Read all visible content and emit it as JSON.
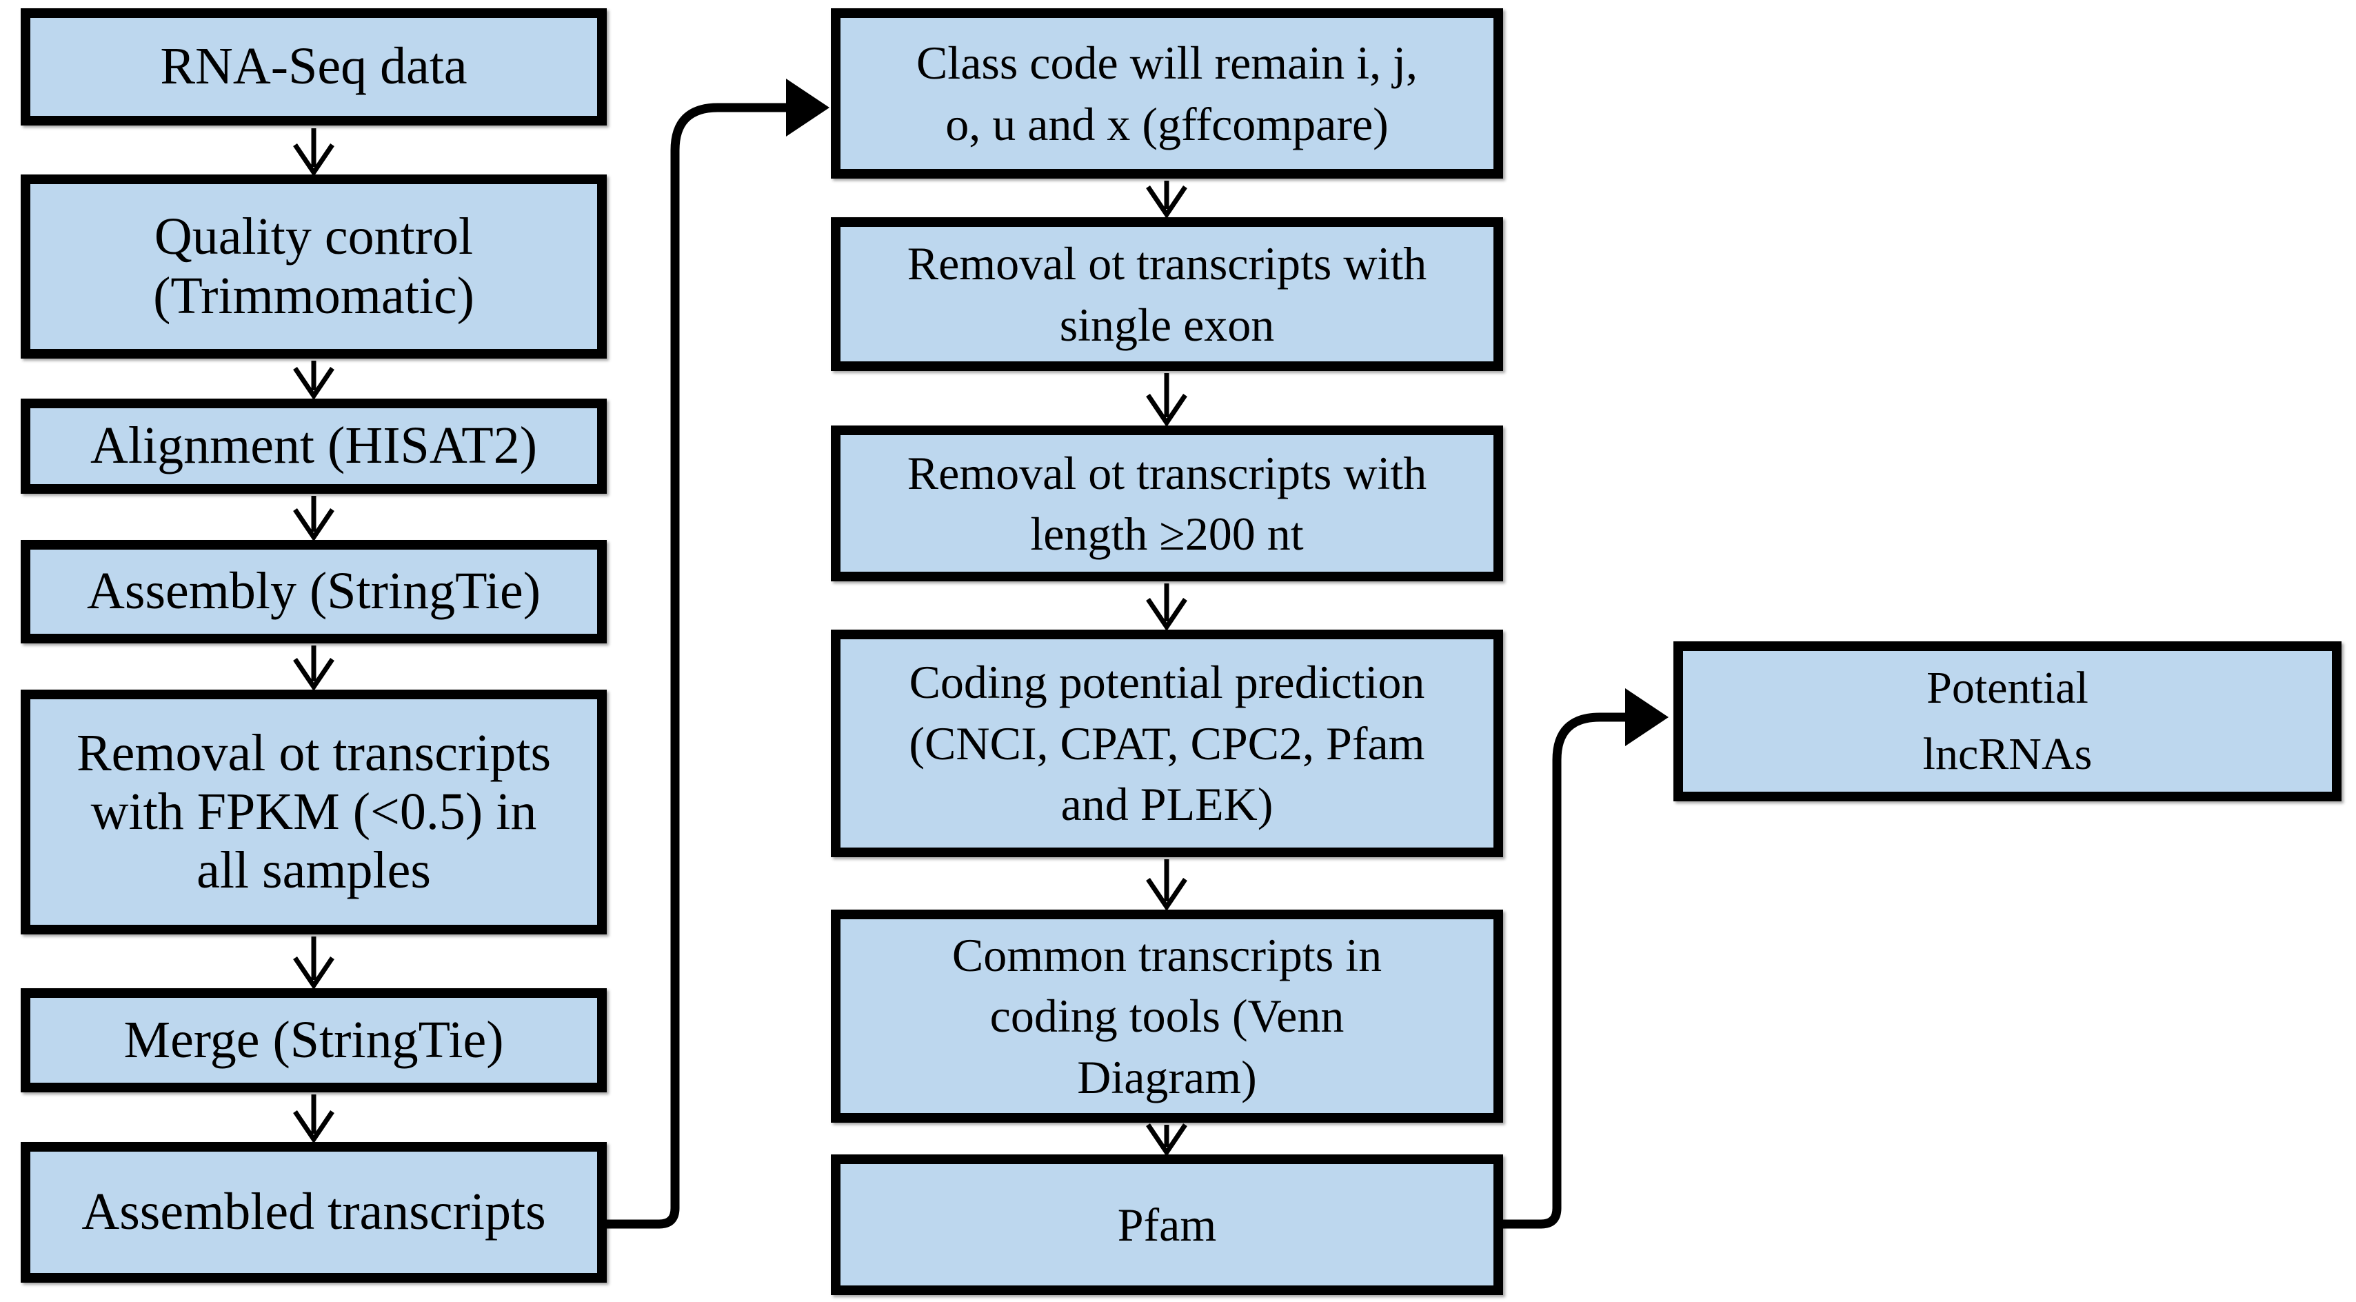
{
  "colors": {
    "box_fill": "#bdd7ee",
    "box_border": "#000000",
    "arrow": "#000000",
    "background": "#ffffff"
  },
  "left_column": {
    "boxes": [
      {
        "id": "rna-seq-data",
        "lines": [
          "RNA-Seq data"
        ]
      },
      {
        "id": "quality-control",
        "lines": [
          "Quality control",
          "(Trimmomatic)"
        ]
      },
      {
        "id": "alignment",
        "lines": [
          "Alignment (HISAT2)"
        ]
      },
      {
        "id": "assembly",
        "lines": [
          "Assembly (StringTie)"
        ]
      },
      {
        "id": "fpkm-filter",
        "lines": [
          "Removal ot transcripts",
          "with FPKM (<0.5) in",
          "all samples"
        ]
      },
      {
        "id": "merge",
        "lines": [
          "Merge (StringTie)"
        ]
      },
      {
        "id": "assembled-transcripts",
        "lines": [
          "Assembled transcripts"
        ]
      }
    ]
  },
  "middle_column": {
    "boxes": [
      {
        "id": "class-code",
        "lines": [
          "Class code will remain i, j,",
          "o, u and x (gffcompare)"
        ]
      },
      {
        "id": "single-exon-filter",
        "lines": [
          "Removal ot transcripts with",
          "single exon"
        ]
      },
      {
        "id": "length-filter",
        "lines": [
          "Removal ot transcripts with",
          "length ≥200 nt"
        ]
      },
      {
        "id": "coding-potential",
        "lines": [
          "Coding potential prediction",
          "(CNCI, CPAT, CPC2, Pfam",
          "and PLEK)"
        ]
      },
      {
        "id": "common-transcripts",
        "lines": [
          "Common transcripts in",
          "coding tools (Venn",
          "Diagram)"
        ]
      },
      {
        "id": "pfam",
        "lines": [
          "Pfam"
        ]
      }
    ]
  },
  "right_column": {
    "boxes": [
      {
        "id": "potential-lncrnas",
        "lines": [
          "Potential",
          "lncRNAs"
        ]
      }
    ]
  }
}
